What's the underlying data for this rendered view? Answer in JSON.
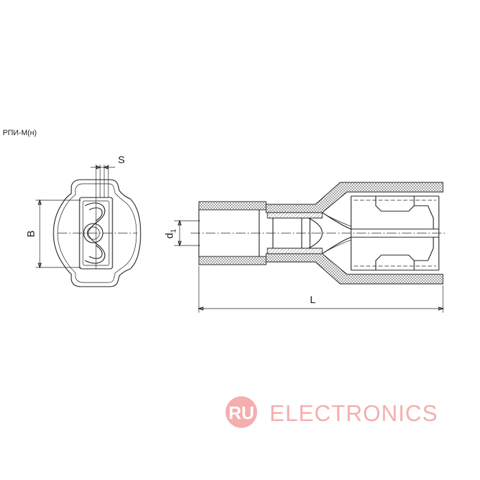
{
  "title": "РПИ-М(н)",
  "dimensions": {
    "S": "S",
    "B": "B",
    "d": "d",
    "d_sub": "1",
    "L": "L"
  },
  "watermark": {
    "logo_text": "RU",
    "brand_text": "ELECTRONICS",
    "color": "#f4a6a6"
  }
}
